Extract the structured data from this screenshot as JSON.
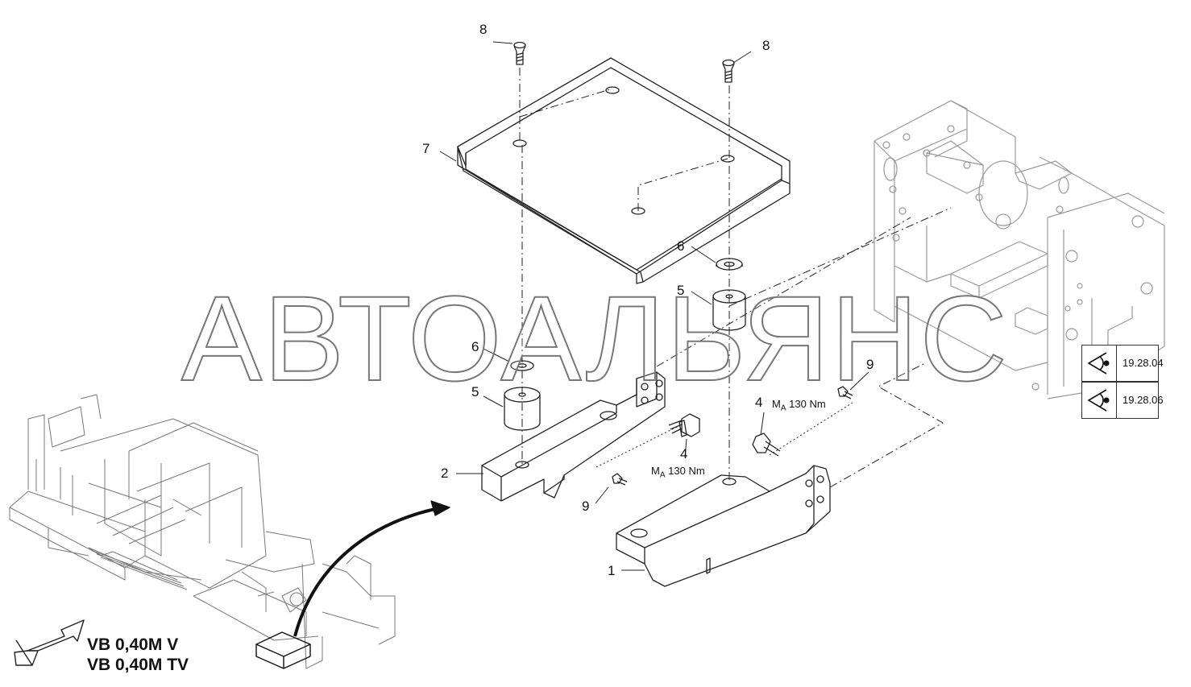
{
  "part_labels": {
    "l1": "1",
    "l2": "2",
    "l4a": "4",
    "l4b": "4",
    "l5a": "5",
    "l5b": "5",
    "l6a": "6",
    "l6b": "6",
    "l7": "7",
    "l8a": "8",
    "l8b": "8",
    "l9a": "9",
    "l9b": "9"
  },
  "torque": {
    "symbol": "M",
    "subscript": "A",
    "value": "130 Nm"
  },
  "references": [
    {
      "code": "19.28.04",
      "icon": "eye-view-icon"
    },
    {
      "code": "19.28.06",
      "icon": "eye-view-icon"
    }
  ],
  "variants": [
    "VB 0,40M V",
    "VB 0,40M TV"
  ],
  "watermark": "АВТОАЛЬЯНС"
}
